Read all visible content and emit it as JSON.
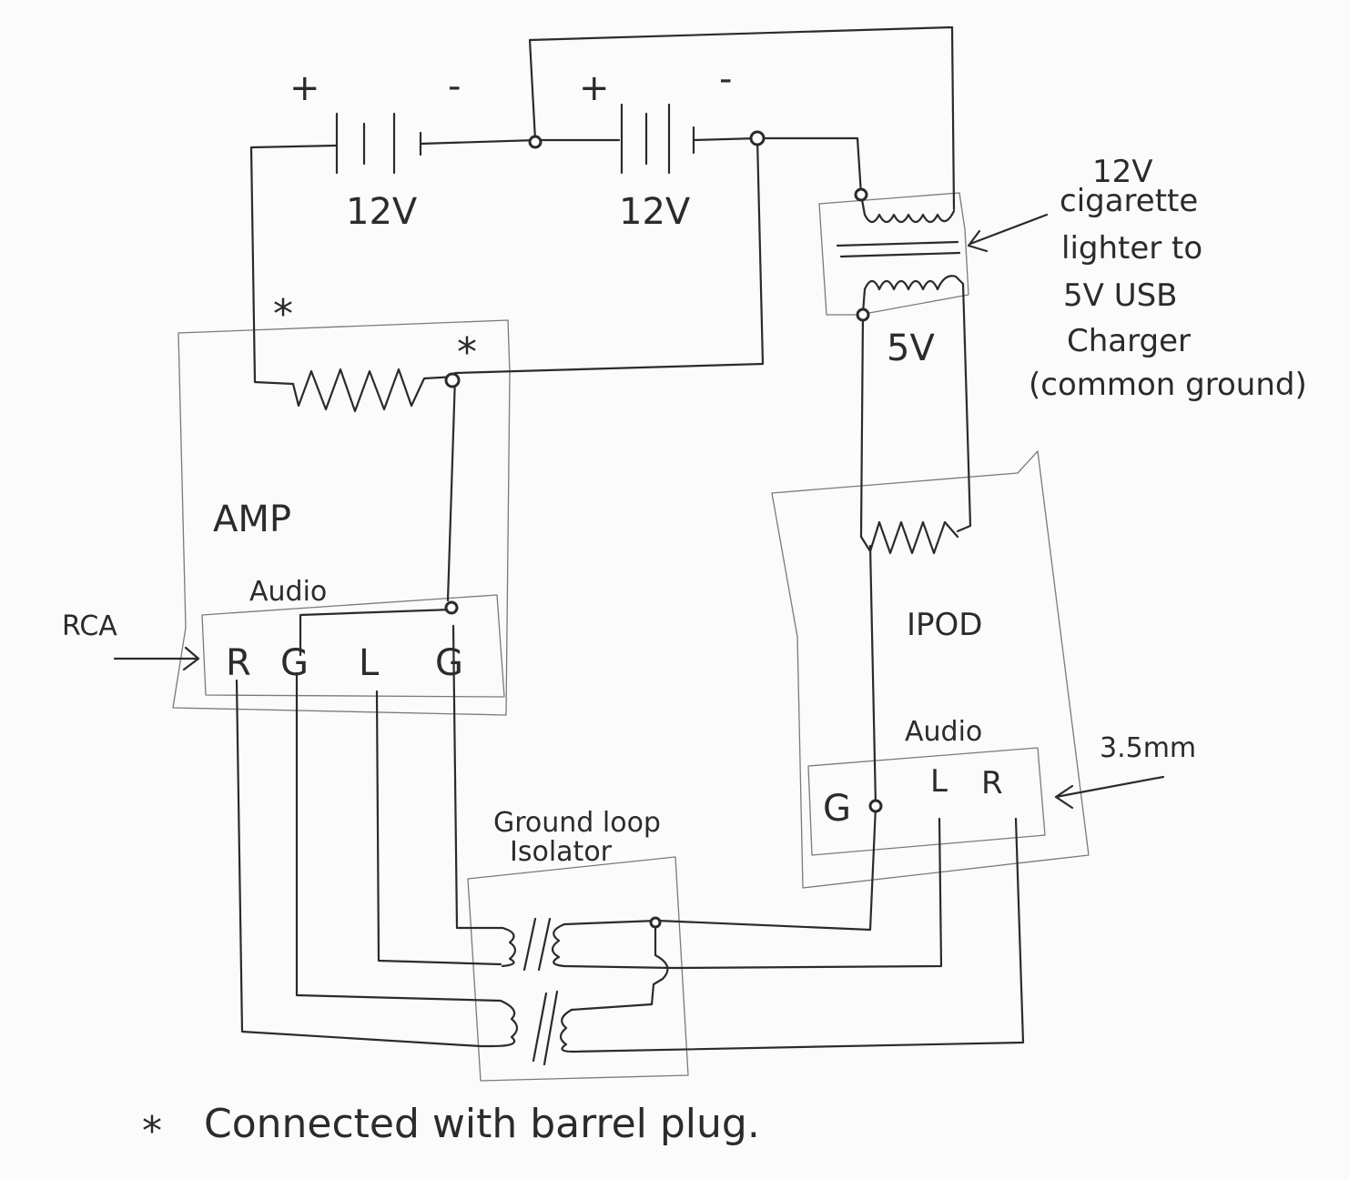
{
  "labels": {
    "battery1_plus": "+",
    "battery1_minus": "-",
    "battery1_voltage": "12V",
    "battery2_plus": "+",
    "battery2_minus": "-",
    "battery2_voltage": "12V",
    "charger_line1": "12V",
    "charger_line2": "cigarette",
    "charger_line3": "lighter to",
    "charger_line4": "5V USB",
    "charger_line5": "Charger",
    "charger_line6": "(common ground)",
    "output_voltage": "5V",
    "amp": "AMP",
    "amp_audio": "Audio",
    "rca": "RCA",
    "rca_r": "R",
    "rca_g1": "G",
    "rca_l": "L",
    "rca_g2": "G",
    "ipod": "IPOD",
    "ipod_audio": "Audio",
    "jack": "3.5mm",
    "ipod_g": "G",
    "ipod_l": "L",
    "ipod_r": "R",
    "isolator_line1": "Ground loop",
    "isolator_line2": "Isolator",
    "star_mark": "*",
    "footnote": "Connected with barrel plug."
  }
}
